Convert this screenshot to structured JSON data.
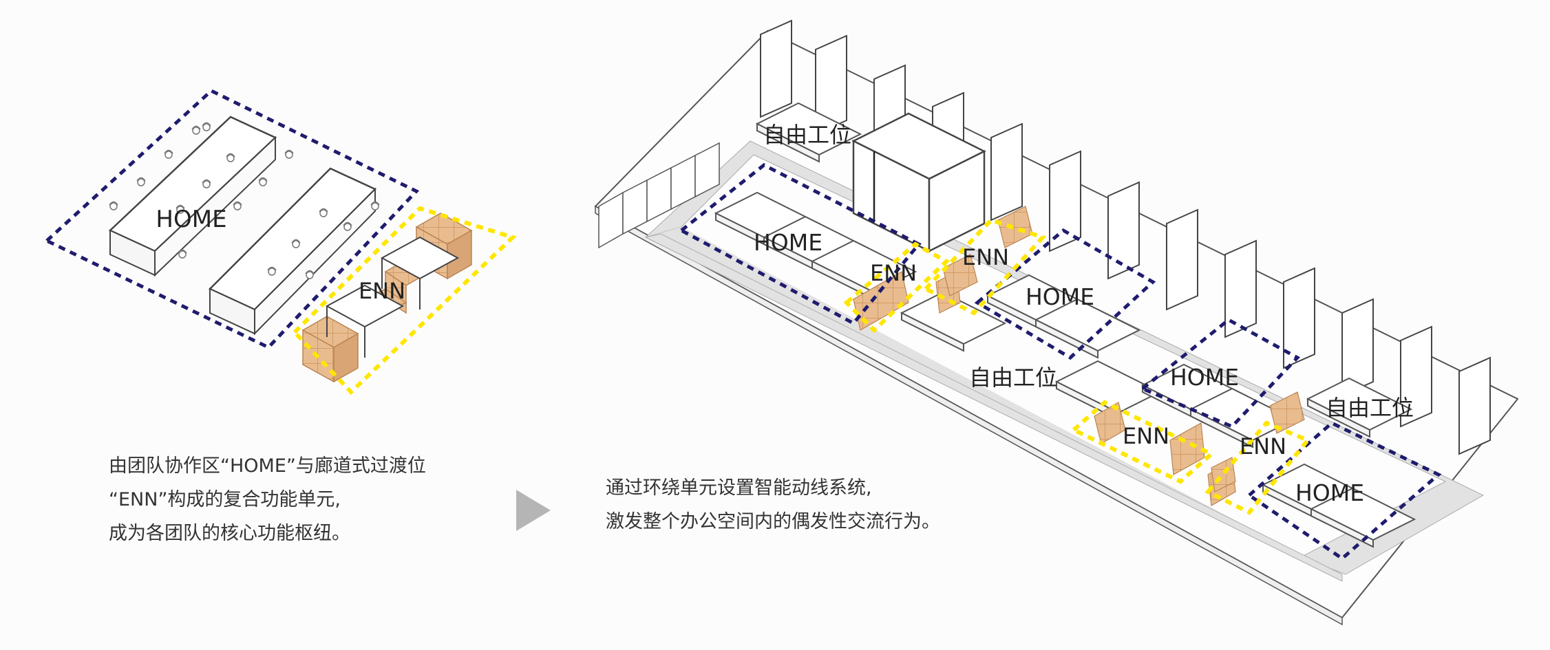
{
  "left_diagram": {
    "labels": {
      "home": "HOME",
      "enn": "ENN"
    }
  },
  "left_caption": {
    "lines": [
      "由团队协作区“HOME”与廊道式过渡位",
      "“ENN”构成的复合功能单元,",
      "成为各团队的核心功能枢纽。"
    ]
  },
  "right_caption": {
    "lines": [
      "通过环绕单元设置智能动线系统,",
      "激发整个办公空间内的偶发性交流行为。"
    ]
  },
  "right_plan": {
    "labels": {
      "free_desk_top": "自由工位",
      "home_1": "HOME",
      "enn_1": "ENN",
      "enn_2": "ENN",
      "home_2": "HOME",
      "free_desk_mid": "自由工位",
      "home_3": "HOME",
      "free_desk_right": "自由工位",
      "enn_3": "ENN",
      "enn_4": "ENN",
      "home_4": "HOME"
    }
  },
  "colors": {
    "home_outline": "#1f1c6e",
    "enn_outline": "#ffe600",
    "storage_box": "#e8b98a",
    "corridor": "#e2e2e2",
    "arrow": "#b5b5b5"
  }
}
